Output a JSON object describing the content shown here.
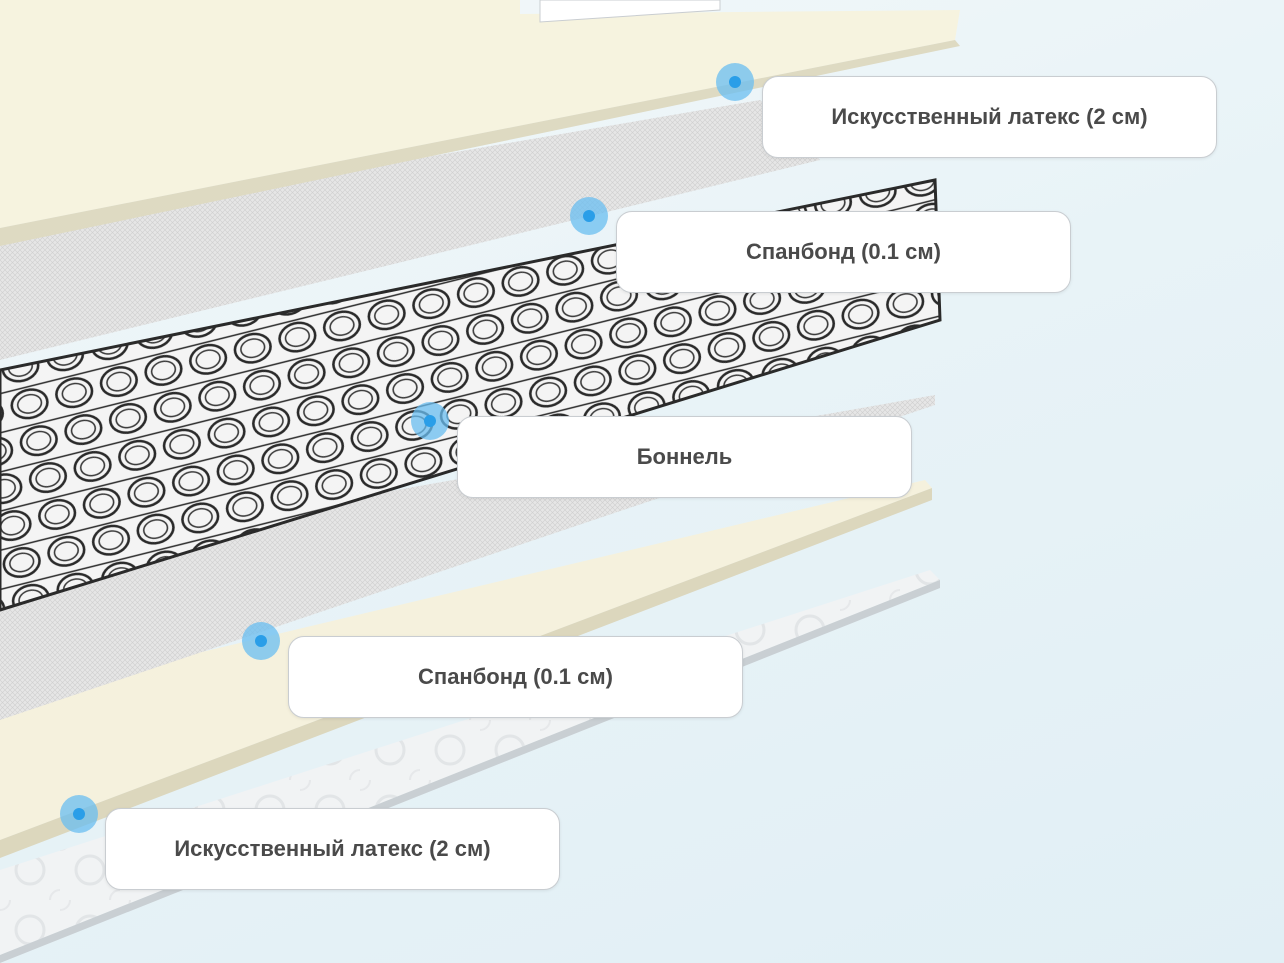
{
  "layers": [
    {
      "label": "Искусственный латекс (2 см)",
      "icon": "hotspot-dot"
    },
    {
      "label": "Спанбонд (0.1 см)",
      "icon": "hotspot-dot"
    },
    {
      "label": "Боннель",
      "icon": "hotspot-dot"
    },
    {
      "label": "Спанбонд (0.1 см)",
      "icon": "hotspot-dot"
    },
    {
      "label": "Искусственный латекс (2 см)",
      "icon": "hotspot-dot"
    }
  ],
  "colors": {
    "hotspot": "#2a9ee8",
    "latex": "#f6f3df",
    "spunbond": "#e4e4e4",
    "spring": "#2a2a2a",
    "label_text": "#4a4a4a"
  }
}
